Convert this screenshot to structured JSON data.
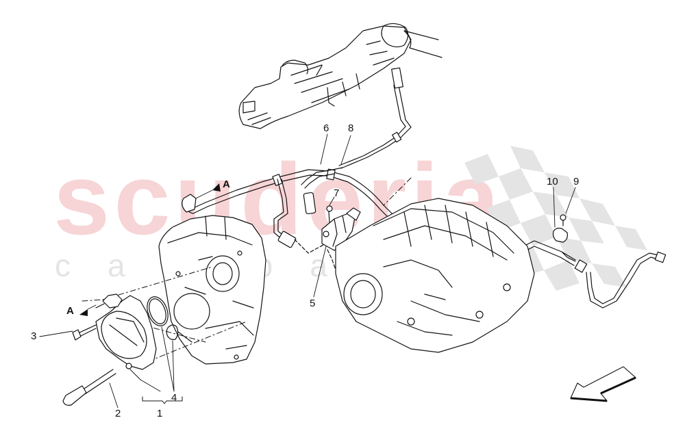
{
  "watermark": {
    "brand": "scuderia",
    "subtitle": "car parts",
    "brand_color": "#f7d4d6",
    "subtitle_color": "#e4e4e4",
    "flag_color": "#e2e2e2"
  },
  "diagram": {
    "type": "exploded parts diagram",
    "direction_arrow": "front-direction-arrow",
    "section_marker": "A",
    "callouts": [
      {
        "id": "1",
        "label": "1"
      },
      {
        "id": "2",
        "label": "2"
      },
      {
        "id": "3",
        "label": "3"
      },
      {
        "id": "4",
        "label": "4"
      },
      {
        "id": "5",
        "label": "5"
      },
      {
        "id": "6",
        "label": "6"
      },
      {
        "id": "7",
        "label": "7"
      },
      {
        "id": "8",
        "label": "8"
      },
      {
        "id": "9",
        "label": "9"
      },
      {
        "id": "10",
        "label": "10"
      }
    ],
    "markers": [
      {
        "label": "A"
      },
      {
        "label": "A"
      }
    ]
  }
}
